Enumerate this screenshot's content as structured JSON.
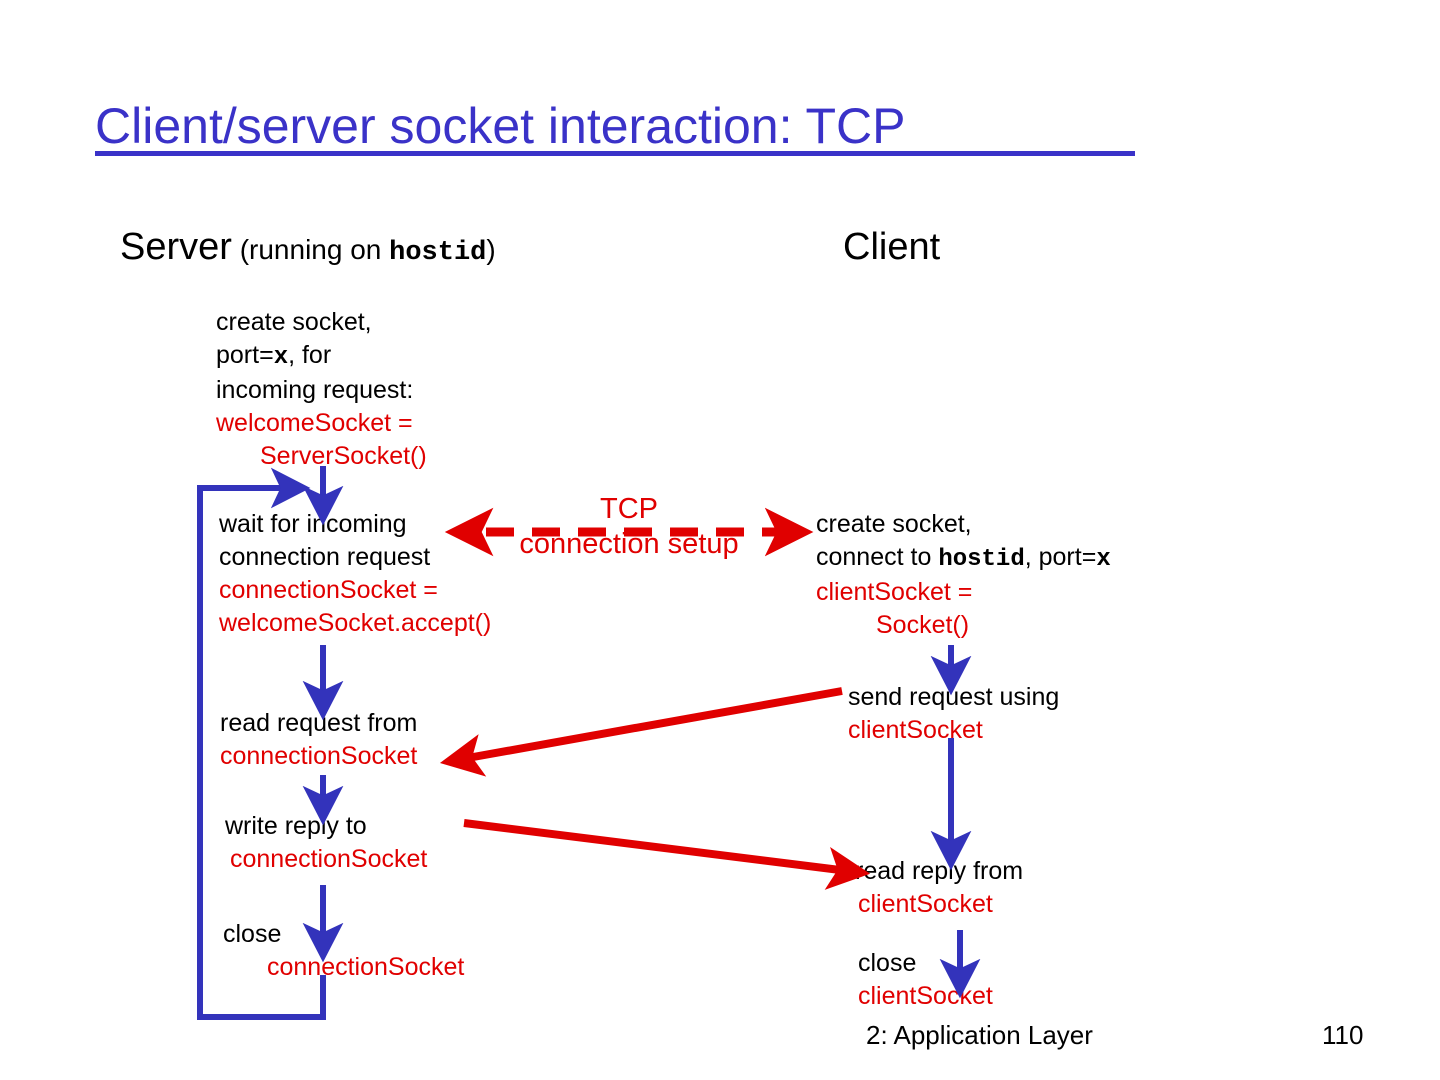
{
  "title": "Client/server socket interaction: TCP",
  "colors": {
    "title": "#3a32c8",
    "arrow_blue": "#3333bb",
    "code_red": "#e00000",
    "text_black": "#000000",
    "background": "#ffffff"
  },
  "columns": {
    "server": {
      "label": "Server",
      "qualifier_prefix": " (running on ",
      "qualifier_mono": "hostid",
      "qualifier_suffix": ")"
    },
    "client": {
      "label": "Client"
    }
  },
  "server_steps": [
    {
      "name": "create-socket",
      "lines": [
        {
          "text": "create socket,",
          "style": "plain"
        },
        {
          "text": "port=",
          "style": "plain",
          "mono_tail": "x",
          "tail": ", for"
        },
        {
          "text": "incoming request:",
          "style": "plain"
        },
        {
          "text": "welcomeSocket =",
          "style": "code"
        },
        {
          "text": "ServerSocket()",
          "style": "code-indent"
        }
      ]
    },
    {
      "name": "wait-for-connection",
      "lines": [
        {
          "text": "wait for incoming",
          "style": "plain"
        },
        {
          "text": "connection request",
          "style": "plain"
        },
        {
          "text": "connectionSocket =",
          "style": "code"
        },
        {
          "text": "welcomeSocket.accept()",
          "style": "code"
        }
      ]
    },
    {
      "name": "read-request",
      "lines": [
        {
          "text": "read request from",
          "style": "plain"
        },
        {
          "text": "connectionSocket",
          "style": "code"
        }
      ]
    },
    {
      "name": "write-reply",
      "lines": [
        {
          "text": "write reply to",
          "style": "plain"
        },
        {
          "text": "connectionSocket",
          "style": "code"
        }
      ]
    },
    {
      "name": "close-connection",
      "lines": [
        {
          "text": "close",
          "style": "plain"
        },
        {
          "text": "connectionSocket",
          "style": "code"
        }
      ]
    }
  ],
  "client_steps": [
    {
      "name": "create-socket",
      "lines": [
        {
          "text": "create socket,",
          "style": "plain"
        },
        {
          "text": "connect to ",
          "style": "plain",
          "mono": "hostid",
          "tail": ", port=",
          "mono_tail": "x"
        },
        {
          "text": "clientSocket =",
          "style": "code"
        },
        {
          "text": "Socket()",
          "style": "code-indent"
        }
      ]
    },
    {
      "name": "send-request",
      "lines": [
        {
          "text": "send request using",
          "style": "plain"
        },
        {
          "text": "clientSocket",
          "style": "code"
        }
      ]
    },
    {
      "name": "read-reply",
      "lines": [
        {
          "text": "read reply from",
          "style": "plain"
        },
        {
          "text": "clientSocket",
          "style": "code"
        }
      ]
    },
    {
      "name": "close-socket",
      "lines": [
        {
          "text": "close",
          "style": "plain"
        },
        {
          "text": "clientSocket",
          "style": "code"
        }
      ]
    }
  ],
  "server_text": {
    "create_l1": "create socket,",
    "create_l2a": "port=",
    "create_l2b": "x",
    "create_l2c": ", for",
    "create_l3": "incoming request:",
    "create_l4": "welcomeSocket =",
    "create_l5": "ServerSocket()",
    "wait_l1": "wait for incoming",
    "wait_l2": "connection request",
    "wait_l3": "connectionSocket =",
    "wait_l4": "welcomeSocket.accept()",
    "read_l1": "read request from",
    "read_l2": "connectionSocket",
    "write_l1": "write reply to",
    "write_l2": "connectionSocket",
    "close_l1": "close",
    "close_l2": "connectionSocket"
  },
  "client_text": {
    "create_l1": "create socket,",
    "create_l2a": "connect to ",
    "create_l2b": "hostid",
    "create_l2c": ", port=",
    "create_l2d": "x",
    "create_l3": "clientSocket =",
    "create_l4": "Socket()",
    "send_l1": "send request using",
    "send_l2": "clientSocket",
    "read_l1": "read reply from",
    "read_l2": "clientSocket",
    "close_l1": "close",
    "close_l2": "clientSocket"
  },
  "tcp_arrow": {
    "label_line1": "TCP",
    "label_line2": "connection setup",
    "style": "dashed",
    "direction": "bidirectional"
  },
  "footer": {
    "section_label": "2: Application Layer",
    "page_number": "110"
  }
}
